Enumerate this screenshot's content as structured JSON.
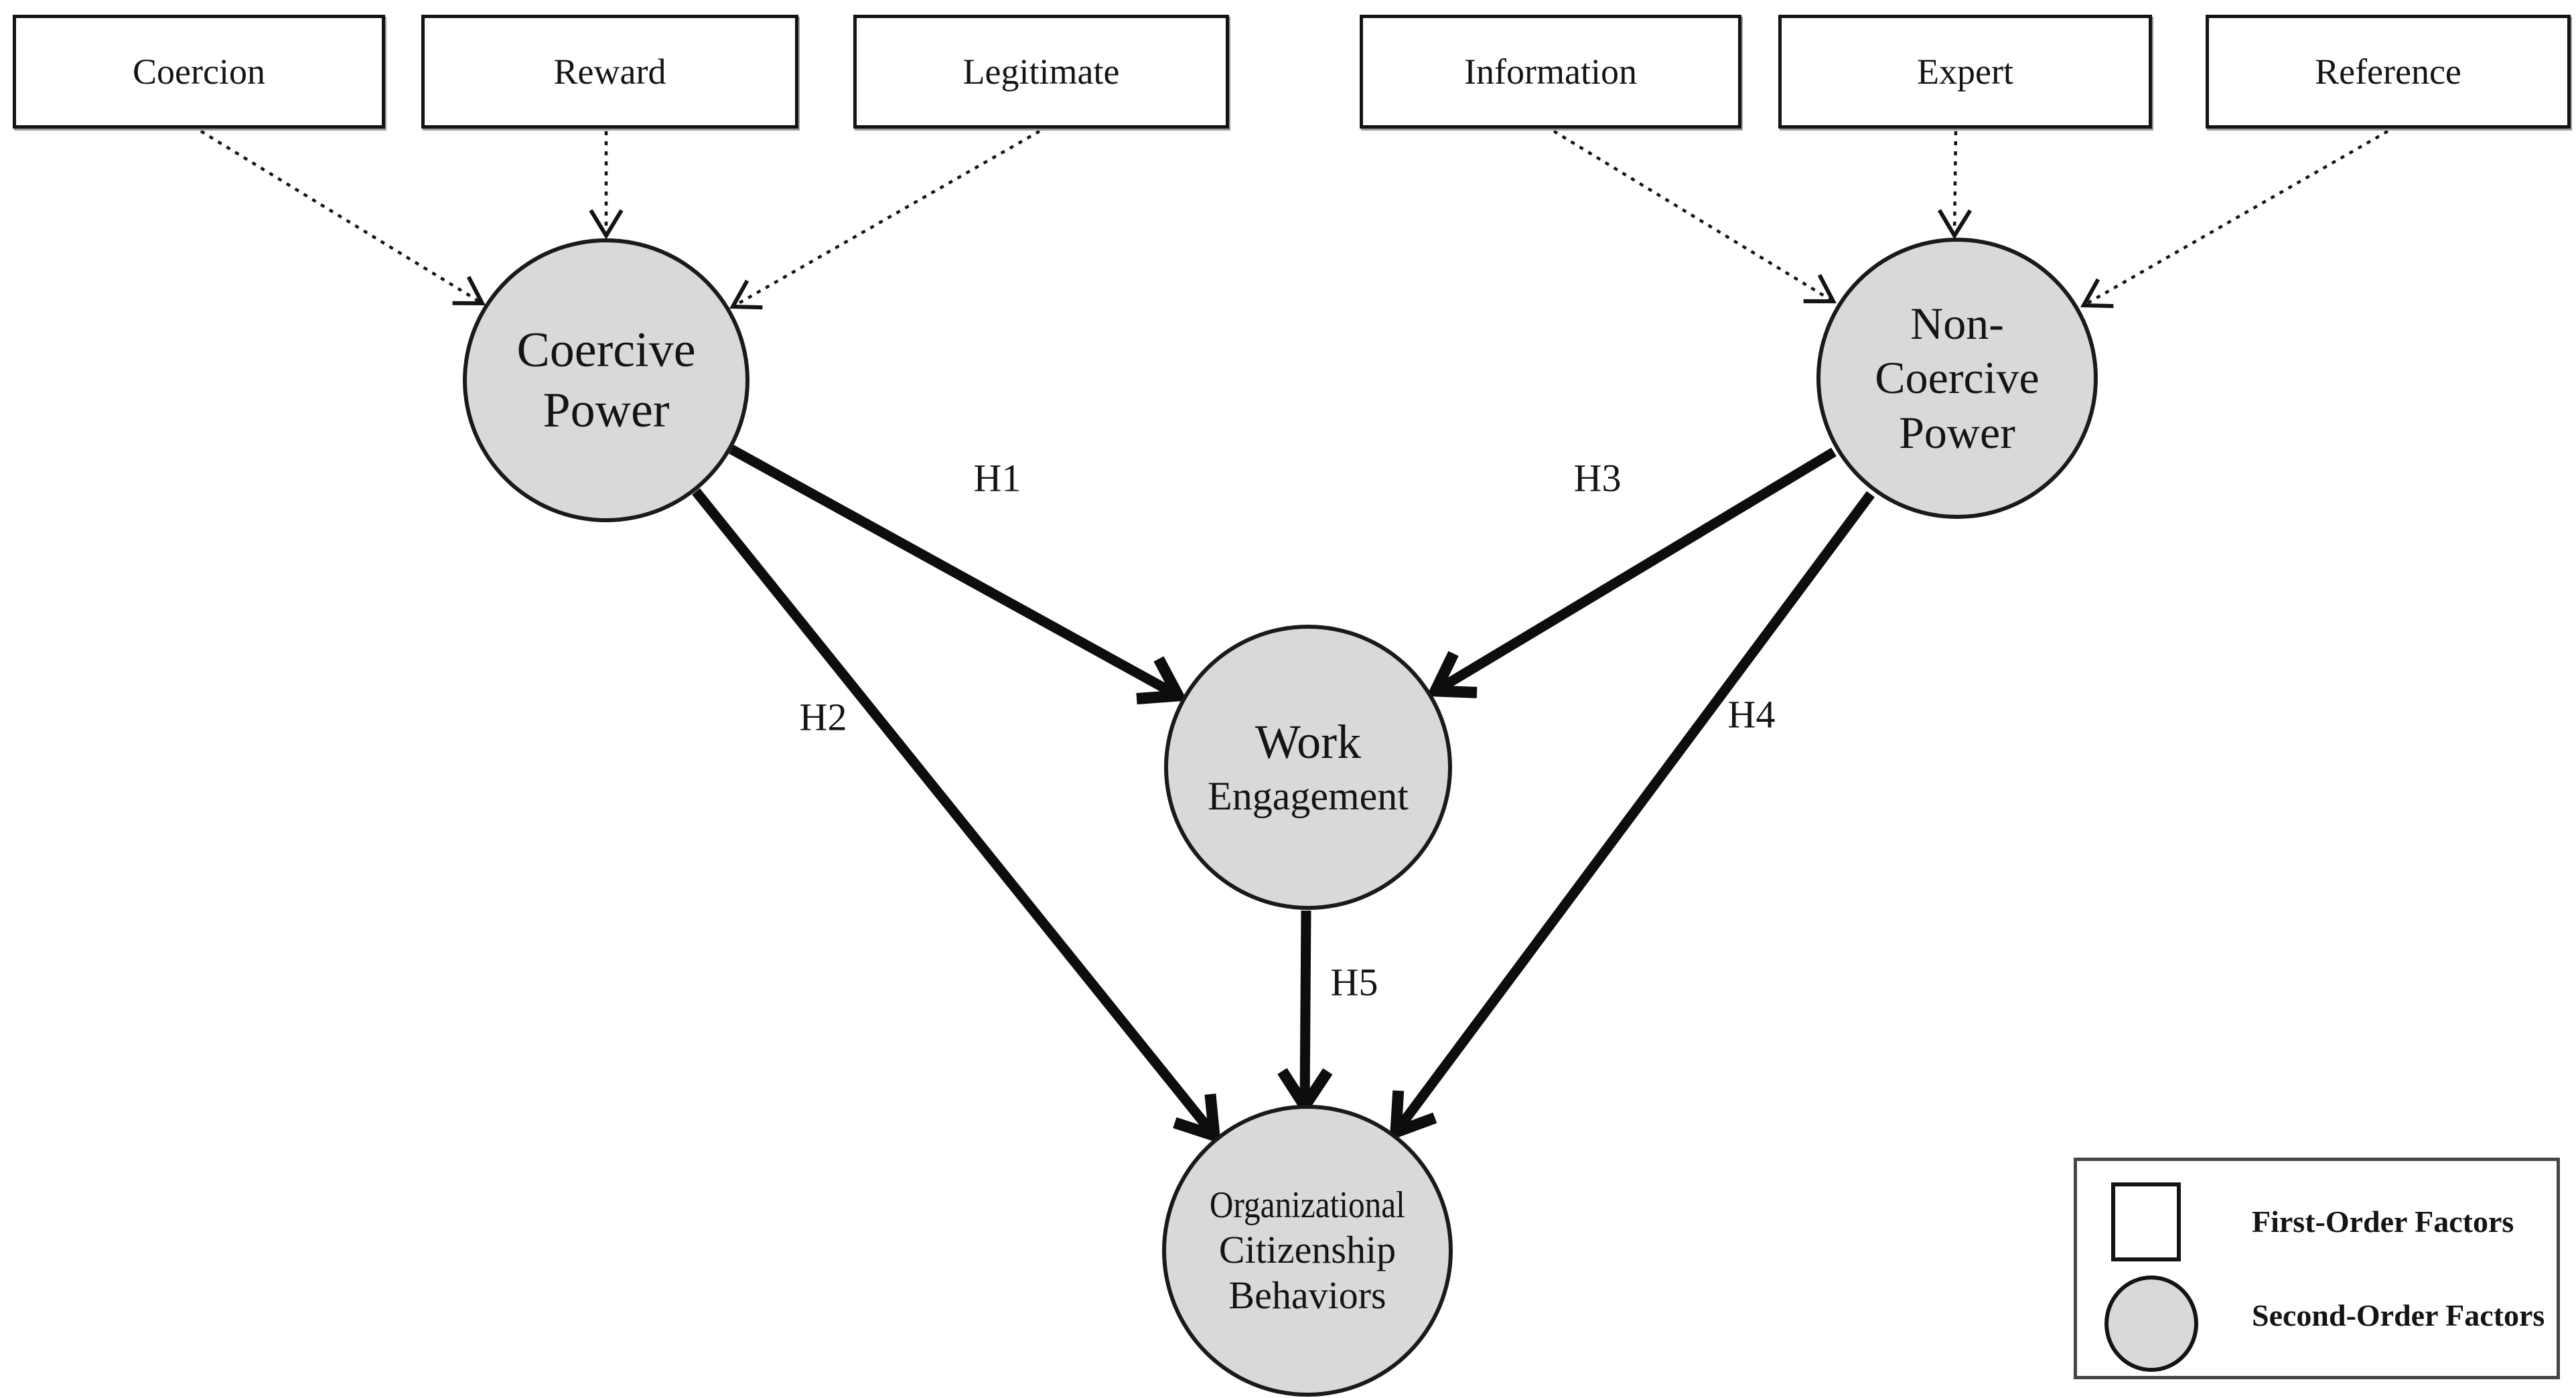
{
  "boxes": {
    "coercion": "Coercion",
    "reward": "Reward",
    "legitimate": "Legitimate",
    "information": "Information",
    "expert": "Expert",
    "reference": "Reference"
  },
  "circles": {
    "coercive_power": {
      "line1": "Coercive",
      "line2": "Power"
    },
    "non_coercive_power": {
      "line1": "Non-",
      "line2": "Coercive",
      "line3": "Power"
    },
    "work_engagement": {
      "line1": "Work",
      "line2": "Engagement"
    },
    "organizational_citizenship_behaviors": {
      "line1": "Organizational",
      "line2": "Citizenship",
      "line3": "Behaviors"
    }
  },
  "relationships": [
    {
      "label": "H1",
      "from": "Coercive Power",
      "to": "Work Engagement"
    },
    {
      "label": "H2",
      "from": "Coercive Power",
      "to": "Organizational Citizenship Behaviors"
    },
    {
      "label": "H3",
      "from": "Non-Coercive Power",
      "to": "Work Engagement"
    },
    {
      "label": "H4",
      "from": "Non-Coercive Power",
      "to": "Organizational Citizenship Behaviors"
    },
    {
      "label": "H5",
      "from": "Work Engagement",
      "to": "Organizational Citizenship Behaviors"
    }
  ],
  "indicator_links": [
    {
      "from": "Coercion",
      "to": "Coercive Power"
    },
    {
      "from": "Reward",
      "to": "Coercive Power"
    },
    {
      "from": "Legitimate",
      "to": "Coercive Power"
    },
    {
      "from": "Information",
      "to": "Non-Coercive Power"
    },
    {
      "from": "Expert",
      "to": "Non-Coercive Power"
    },
    {
      "from": "Reference",
      "to": "Non-Coercive Power"
    }
  ],
  "legend": {
    "first_order": "First-Order Factors",
    "second_order": "Second-Order Factors"
  },
  "colors": {
    "background": "#ffffff",
    "node_fill": "#d9d9d9",
    "node_border": "#1a1a1a",
    "line": "#0d0d0d",
    "text": "#141414"
  }
}
